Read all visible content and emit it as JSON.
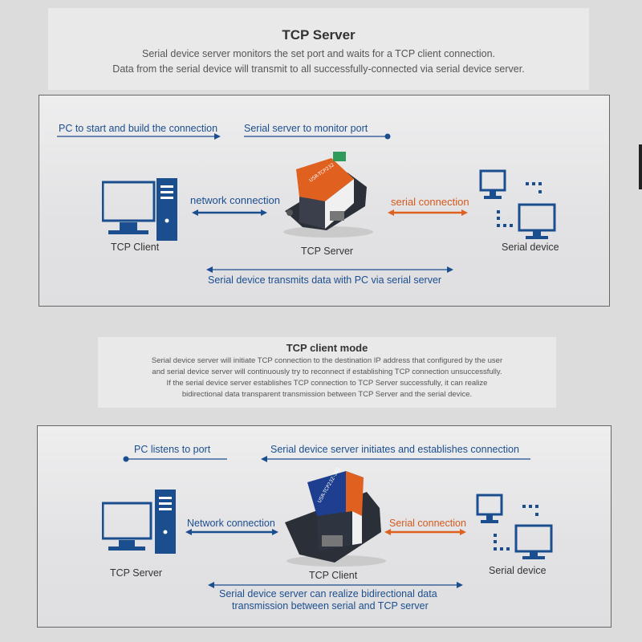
{
  "tcp_server": {
    "title": "TCP Server",
    "desc_line1": "Serial device server monitors the set port and waits for a TCP client connection.",
    "desc_line2": "Data from the serial device will transmit to all successfully-connected via serial device server.",
    "diagram": {
      "label_pc_start": "PC to start and build the connection",
      "label_monitor_port": "Serial server to monitor port",
      "label_network": "network connection",
      "label_serial": "serial connection",
      "label_left_device": "TCP Client",
      "label_center_device": "TCP Server",
      "label_right_device": "Serial device",
      "label_bottom": "Serial device transmits data with PC via serial server"
    }
  },
  "tcp_client": {
    "title": "TCP client mode",
    "desc_line1": "Serial device server will initiate TCP connection to the destination IP address that configured by the user",
    "desc_line2": "and serial device server will continuously try to reconnect if establishing TCP connection unsuccessfully.",
    "desc_line3": "If the serial device server establishes TCP connection to TCP Server successfully, it can realize",
    "desc_line4": "bidirectional data transparent transmission between TCP Server and the serial device.",
    "diagram": {
      "label_pc_listens": "PC listens to port",
      "label_initiates": "Serial device server initiates and establishes connection",
      "label_network": "Network connection",
      "label_serial": "Serial connection",
      "label_left_device": "TCP Server",
      "label_center_device": "TCP Client",
      "label_right_device": "Serial device",
      "label_bottom_line1": "Serial device server can realize bidirectional data",
      "label_bottom_line2": "transmission between serial and TCP server"
    }
  },
  "colors": {
    "blue": "#1b4e8f",
    "orange": "#e0601f",
    "panel_border": "#666666"
  },
  "icons": [
    "pc-tower-icon",
    "serial-server-device-icon",
    "monitor-network-icon"
  ]
}
